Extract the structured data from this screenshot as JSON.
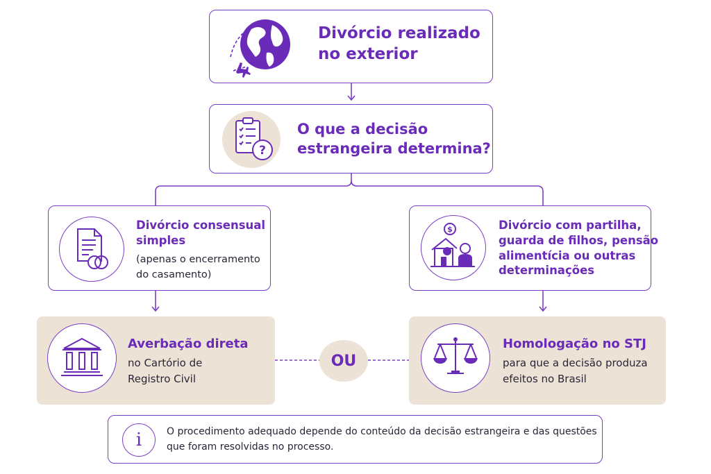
{
  "diagram": {
    "top": {
      "title": "Divórcio realizado\nno exterior"
    },
    "question": {
      "title": "O que a decisão\nestrangeira determina?"
    },
    "left_case": {
      "title": "Divórcio consensual\nsimples",
      "subtitle": "(apenas o encerramento\ndo casamento)"
    },
    "right_case": {
      "title": "Divórcio com partilha,\nguarda de filhos, pensão\nalimentícia ou outras\ndeterminações"
    },
    "left_result": {
      "title": "Averbação direta",
      "subtitle": "no Cartório de\nRegistro Civil"
    },
    "right_result": {
      "title": "Homologação no STJ",
      "subtitle": "para que a decisão produza\nefeitos no Brasil"
    },
    "or_label": "OU",
    "info": {
      "icon_letter": "i",
      "text": "O procedimento adequado depende do conteúdo da decisão estrangeira e das questões\nque foram resolvidas no processo."
    }
  },
  "colors": {
    "accent": "#7b3fc6",
    "title": "#6a2bb8",
    "beige": "#ece2d6",
    "text": "#2a2436"
  },
  "icons": [
    "globe-airplane-icon",
    "checklist-question-icon",
    "document-rings-icon",
    "house-money-family-icon",
    "courthouse-icon",
    "scales-of-justice-icon",
    "info-icon"
  ]
}
